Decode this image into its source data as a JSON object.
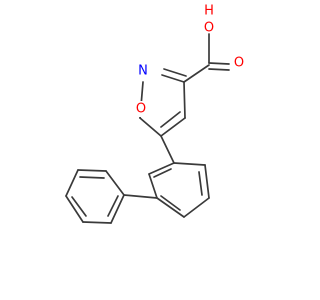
{
  "molecule": {
    "colors": {
      "bond": "#3a3a3a",
      "oxygen": "#ff0000",
      "nitrogen": "#0000ff",
      "background": "#ffffff"
    },
    "atoms": {
      "carbonyl_o": "O",
      "hydroxyl_o": "O",
      "hydroxyl_h": "H",
      "ring_n": "N",
      "ring_o": "O"
    }
  }
}
